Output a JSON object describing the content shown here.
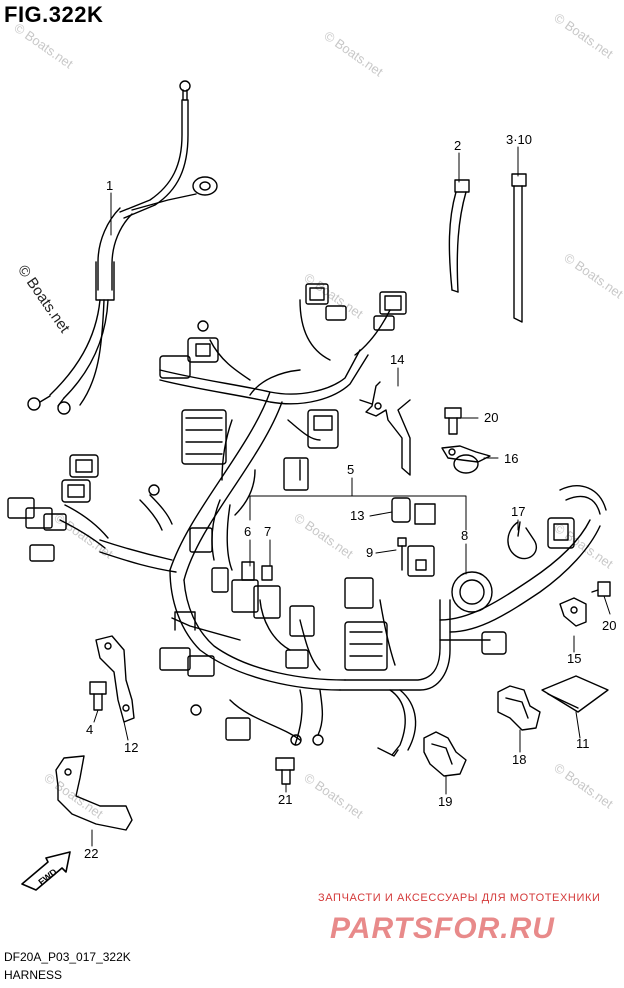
{
  "figure": {
    "title": "FIG.322K",
    "code": "DF20A_P03_017_322K",
    "name": "HARNESS"
  },
  "watermarks": {
    "copyright": "© Boats.net",
    "shop_tagline": "ЗАПЧАСТИ И АКСЕССУАРЫ ДЛЯ МОТОТЕХНИКИ",
    "shop_logo": "PARTSFOR.RU"
  },
  "labels": {
    "p1": "1",
    "p2": "2",
    "p3_10": "3·10",
    "p4": "4",
    "p5": "5",
    "p6": "6",
    "p7": "7",
    "p8": "8",
    "p9": "9",
    "p11": "11",
    "p12": "12",
    "p13": "13",
    "p14": "14",
    "p15": "15",
    "p16": "16",
    "p17": "17",
    "p18": "18",
    "p19": "19",
    "p20a": "20",
    "p20b": "20",
    "p21": "21",
    "p22": "22",
    "fwd": "FWD"
  }
}
